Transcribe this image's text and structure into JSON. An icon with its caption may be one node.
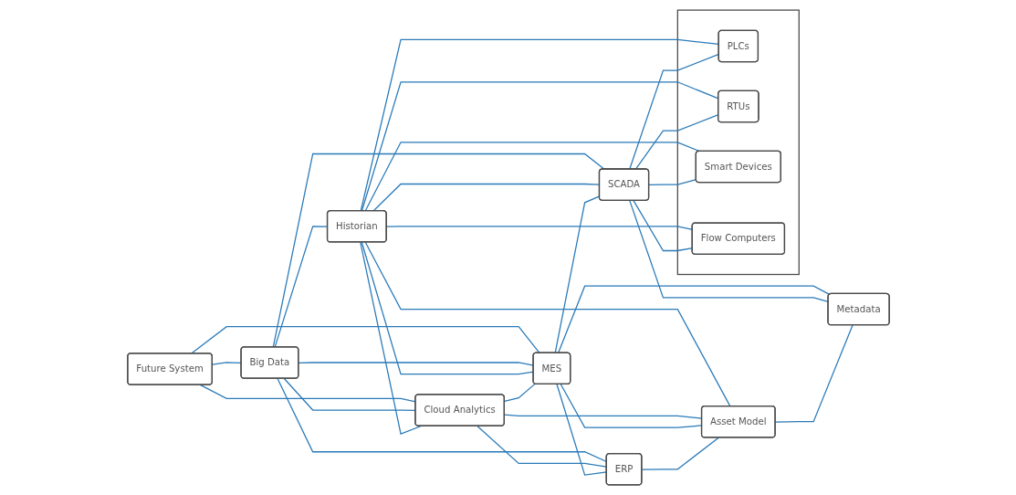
{
  "diagram": {
    "nodes": [
      {
        "text": [
          "Future System"
        ]
      },
      {
        "text": [
          "Big Data"
        ]
      },
      {
        "text": [
          "Historian"
        ]
      },
      {
        "text": [
          "Cloud Analytics"
        ]
      },
      {
        "text": [
          "MES"
        ]
      },
      {
        "text": [
          "SCADA"
        ]
      },
      {
        "text": [
          "ERP"
        ]
      },
      {
        "text": [
          "Asset Model"
        ]
      },
      {
        "text": [
          "Metadata"
        ]
      },
      {
        "text": [],
        "shape": "box"
      },
      {
        "text": [
          "PLCs"
        ],
        "in": 9
      },
      {
        "text": [
          "RTUs"
        ],
        "in": 9
      },
      {
        "text": [
          "Smart Devices"
        ],
        "in": 9
      },
      {
        "text": [
          "Flow Computers"
        ],
        "in": 9
      }
    ],
    "edges": [
      {
        "from": 0,
        "to": 1,
        "arrow": "none"
      },
      {
        "from": 1,
        "to": 2,
        "arrow": "none"
      },
      {
        "from": 0,
        "to": 3,
        "arrow": "none"
      },
      {
        "from": 0,
        "to": 4,
        "arrow": "none"
      },
      {
        "from": 1,
        "to": 3,
        "arrow": "none"
      },
      {
        "from": 1,
        "to": 6,
        "arrow": "none"
      },
      {
        "from": 1,
        "to": 4,
        "arrow": "none"
      },
      {
        "from": 1,
        "to": 5,
        "arrow": "none"
      },
      {
        "from": 2,
        "to": 3,
        "arrow": "none"
      },
      {
        "from": 2,
        "to": 4,
        "arrow": "none"
      },
      {
        "from": 2,
        "to": 5,
        "arrow": "none"
      },
      {
        "from": 2,
        "to": 7,
        "arrow": "none"
      },
      {
        "from": 3,
        "to": 4,
        "arrow": "none"
      },
      {
        "from": 4,
        "to": 5,
        "arrow": "none"
      },
      {
        "from": 3,
        "to": 6,
        "arrow": "none"
      },
      {
        "from": 3,
        "to": 7,
        "arrow": "none"
      },
      {
        "from": 4,
        "to": 6,
        "arrow": "none"
      },
      {
        "from": 4,
        "to": 7,
        "arrow": "none"
      },
      {
        "from": 4,
        "to": 8,
        "arrow": "none"
      },
      {
        "from": 5,
        "to": 8,
        "arrow": "none"
      },
      {
        "from": 6,
        "to": 7,
        "arrow": "none"
      },
      {
        "from": 7,
        "to": 8,
        "arrow": "none"
      },
      {
        "from": 2,
        "to": 10,
        "arrow": "none"
      },
      {
        "from": 2,
        "to": 11,
        "arrow": "none"
      },
      {
        "from": 2,
        "to": 12,
        "arrow": "none"
      },
      {
        "from": 2,
        "to": 13,
        "arrow": "none"
      },
      {
        "from": 5,
        "to": 10,
        "arrow": "none"
      },
      {
        "from": 5,
        "to": 11,
        "arrow": "none"
      },
      {
        "from": 5,
        "to": 12,
        "arrow": "none"
      },
      {
        "from": 5,
        "to": 13,
        "arrow": "none"
      }
    ]
  }
}
